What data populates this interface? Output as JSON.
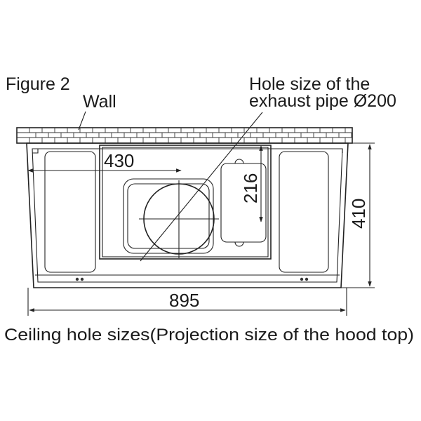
{
  "figure_label": "Figure 2",
  "wall_label": "Wall",
  "hole_label": {
    "line1": "Hole size of the",
    "line2": "exhaust pipe Ø200"
  },
  "dimensions": {
    "opening_width": "430",
    "opening_depth": "216",
    "hood_depth": "410",
    "hood_width": "895"
  },
  "caption": "Ceiling hole sizes(Projection size of the hood top)"
}
